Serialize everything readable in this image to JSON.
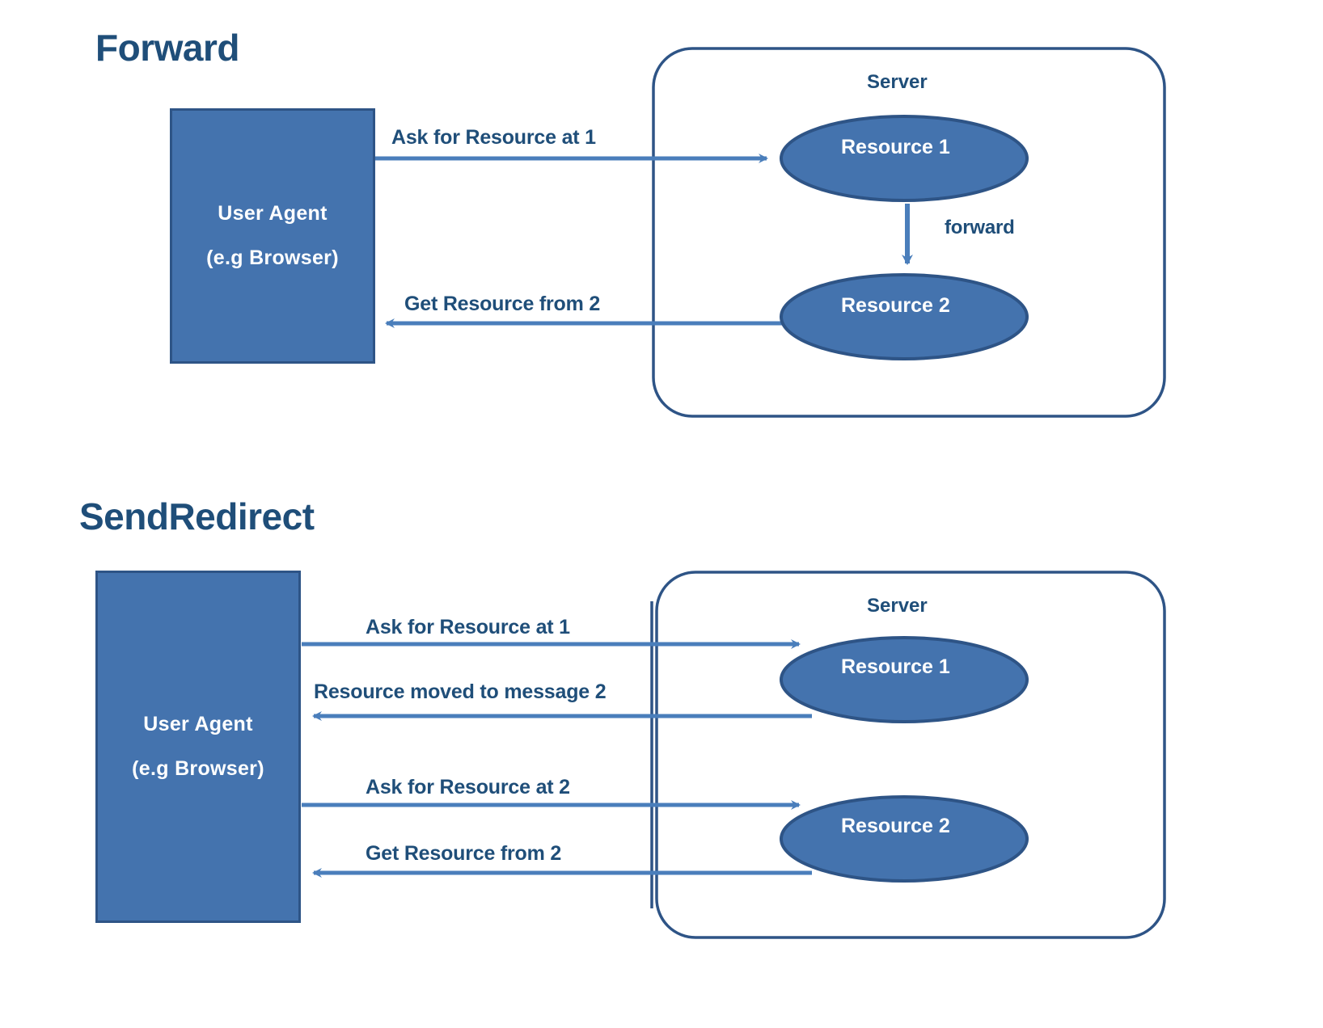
{
  "diagram": {
    "title_forward": "Forward",
    "title_sendredirect": "SendRedirect",
    "colors": {
      "node_fill": "#4473AE",
      "node_border": "#2E5486",
      "arrow": "#4A7EBB",
      "text_dark": "#1F4E79",
      "text_light": "#FFFFFF",
      "background": "#FFFFFF"
    }
  },
  "forward": {
    "user_agent": {
      "line1": "User Agent",
      "line2": "(e.g Browser)"
    },
    "server": {
      "label": "Server",
      "resources": [
        {
          "label": "Resource 1"
        },
        {
          "label": "Resource 2"
        }
      ]
    },
    "messages": [
      {
        "label": "Ask for Resource at 1",
        "direction": "right"
      },
      {
        "label": "Get Resource from 2",
        "direction": "left"
      },
      {
        "label": "forward",
        "direction": "down"
      }
    ]
  },
  "sendredirect": {
    "user_agent": {
      "line1": "User Agent",
      "line2": "(e.g Browser)"
    },
    "server": {
      "label": "Server",
      "resources": [
        {
          "label": "Resource 1"
        },
        {
          "label": "Resource 2"
        }
      ]
    },
    "messages": [
      {
        "label": "Ask for Resource at 1",
        "direction": "right"
      },
      {
        "label": "Resource moved to message 2",
        "direction": "left"
      },
      {
        "label": "Ask for Resource at 2",
        "direction": "right"
      },
      {
        "label": "Get Resource from 2",
        "direction": "left"
      }
    ]
  }
}
